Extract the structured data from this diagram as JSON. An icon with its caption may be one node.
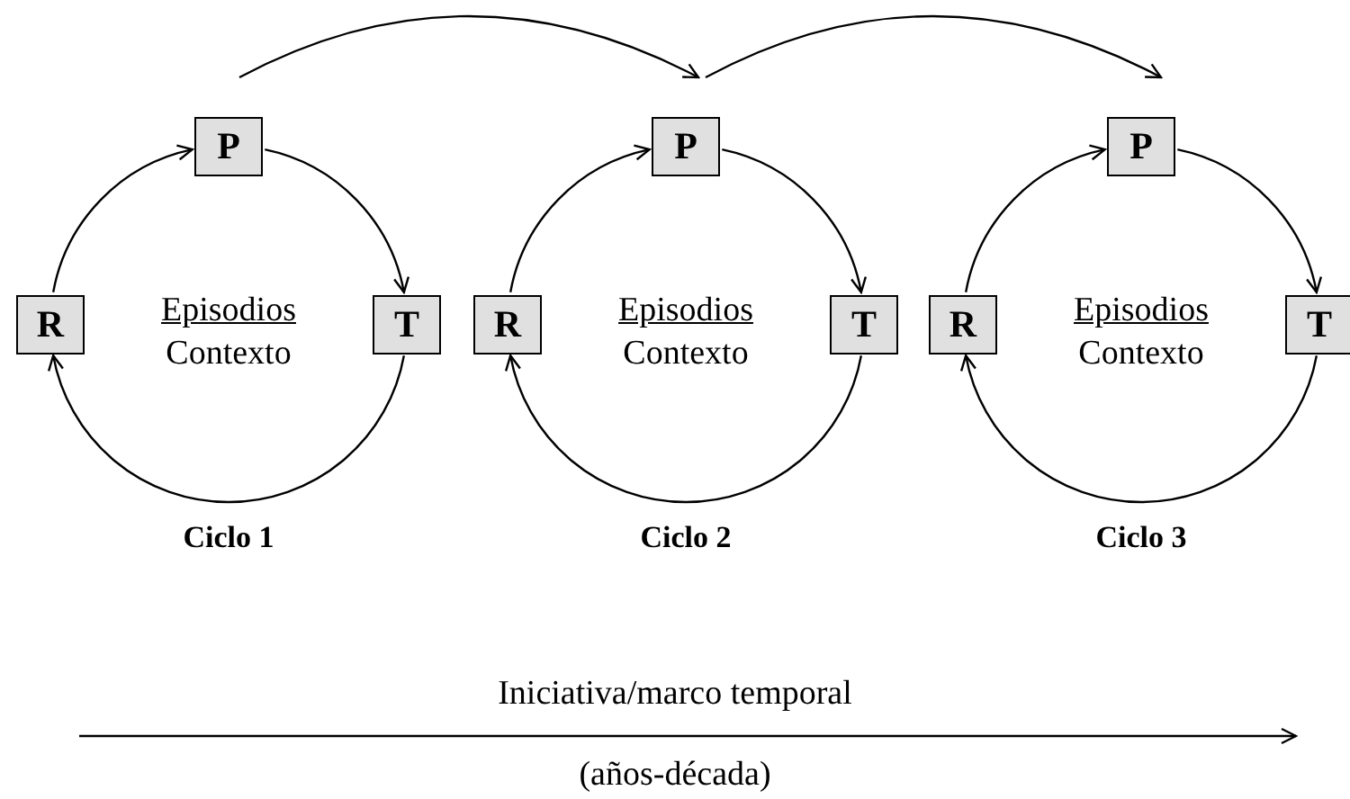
{
  "diagram": {
    "nodes": [
      {
        "text": [
          "P"
        ]
      },
      {
        "text": [
          "R"
        ]
      },
      {
        "text": [
          "T"
        ]
      },
      {
        "text": [
          "P"
        ]
      },
      {
        "text": [
          "R"
        ]
      },
      {
        "text": [
          "T"
        ]
      },
      {
        "text": [
          "P"
        ]
      },
      {
        "text": [
          "R"
        ]
      },
      {
        "text": [
          "T"
        ]
      }
    ],
    "edges": [
      {
        "from": 1,
        "to": 0,
        "arrow": "to"
      },
      {
        "from": 0,
        "to": 2,
        "arrow": "to"
      },
      {
        "from": 2,
        "to": 1,
        "arrow": "to"
      },
      {
        "from": 4,
        "to": 3,
        "arrow": "to"
      },
      {
        "from": 3,
        "to": 5,
        "arrow": "to"
      },
      {
        "from": 5,
        "to": 4,
        "arrow": "to"
      },
      {
        "from": 7,
        "to": 6,
        "arrow": "to"
      },
      {
        "from": 6,
        "to": 8,
        "arrow": "to"
      },
      {
        "from": 8,
        "to": 7,
        "arrow": "to"
      }
    ],
    "labels": [
      "Episodios",
      "Contexto",
      "Episodios",
      "Contexto",
      "Episodios",
      "Contexto",
      "Ciclo 1",
      "Ciclo 2",
      "Ciclo 3",
      "Iniciativa/marco temporal",
      "(años-década)"
    ]
  }
}
